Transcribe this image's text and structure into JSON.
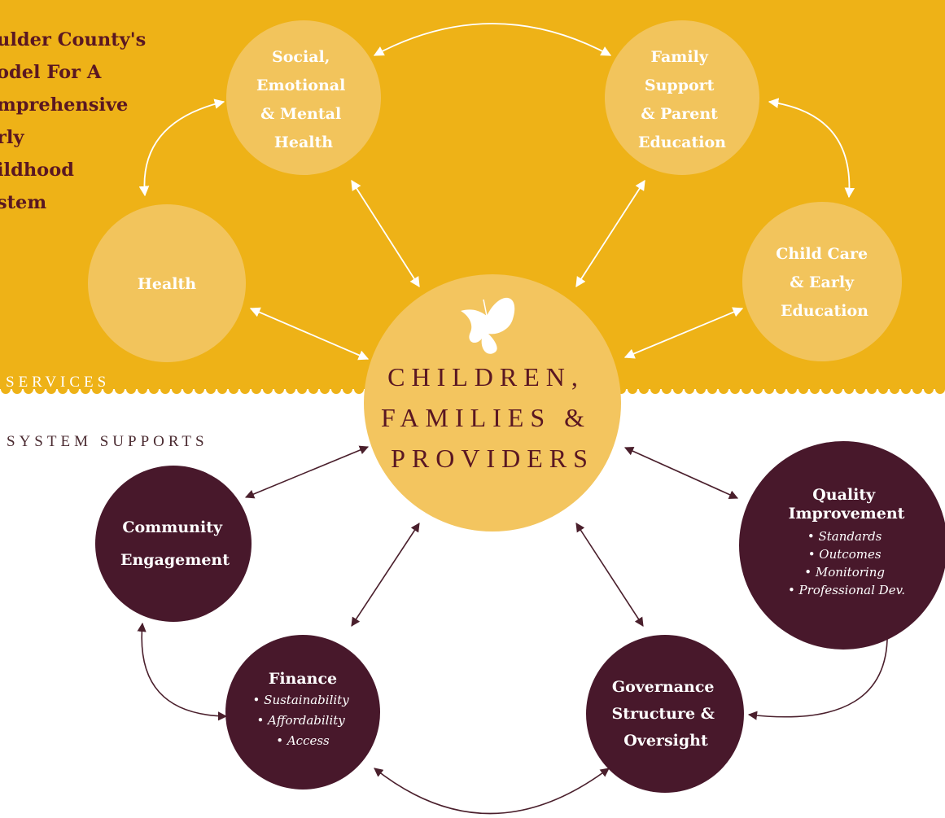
{
  "title_lines": [
    "ulder County's",
    "odel For A",
    "mprehensive",
    "rly",
    "ildhood",
    "stem"
  ],
  "section_labels": {
    "services": "SERVICES",
    "supports": "SYSTEM SUPPORTS"
  },
  "center": {
    "lines": [
      "CHILDREN,",
      "FAMILIES &",
      "PROVIDERS"
    ],
    "icon": "butterfly-icon"
  },
  "services": [
    {
      "id": "social",
      "lines": [
        "Social,",
        "Emotional",
        "& Mental",
        "Health"
      ]
    },
    {
      "id": "family",
      "lines": [
        "Family",
        "Support",
        "& Parent",
        "Education"
      ]
    },
    {
      "id": "health",
      "lines": [
        "Health"
      ]
    },
    {
      "id": "childcare",
      "lines": [
        "Child Care",
        "& Early",
        "Education"
      ]
    }
  ],
  "supports": [
    {
      "id": "community",
      "title": [
        "Community",
        "Engagement"
      ],
      "bullets": []
    },
    {
      "id": "finance",
      "title": [
        "Finance"
      ],
      "bullets": [
        "• Sustainability",
        "• Affordability",
        "• Access"
      ]
    },
    {
      "id": "governance",
      "title": [
        "Governance",
        "Structure &",
        "Oversight"
      ],
      "bullets": []
    },
    {
      "id": "quality",
      "title": [
        "Quality",
        "Improvement"
      ],
      "bullets": [
        "• Standards",
        "• Outcomes",
        "• Monitoring",
        "• Professional Dev."
      ]
    }
  ],
  "colors": {
    "services_bg": "#eeb217",
    "service_circle": "#f2c45c",
    "center_circle": "#f3c55f",
    "support_circle": "#48182b",
    "title_text": "#5a1722",
    "white": "#ffffff",
    "dark_text": "#4a2a30"
  }
}
